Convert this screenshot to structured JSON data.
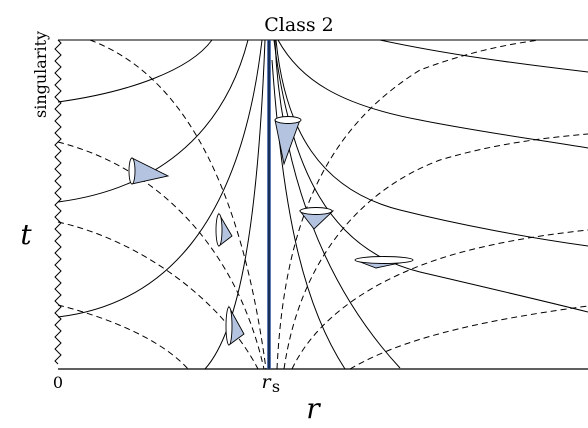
{
  "title": "Class 2",
  "singularity_label": "singularity",
  "axes": {
    "x_label": "r",
    "y_label": "t",
    "origin_label": "0",
    "rs_label_main": "r",
    "rs_label_sub": "s"
  },
  "colors": {
    "horizon_line": "#2a4f96",
    "light_cone_fill": "#b4c3e0"
  }
}
